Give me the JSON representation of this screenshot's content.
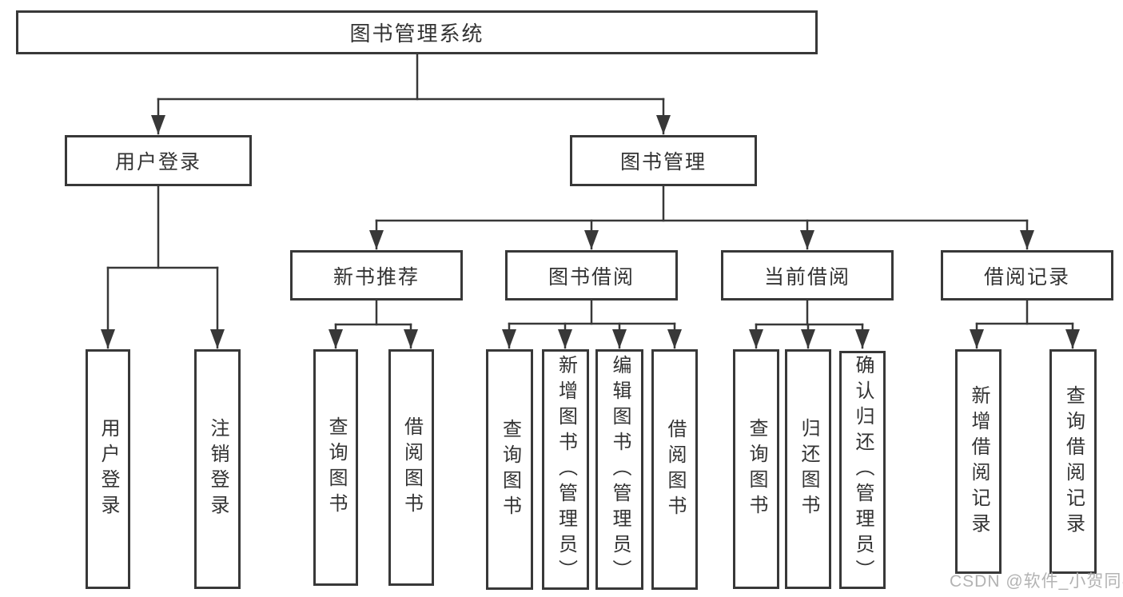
{
  "colors": {
    "line": "#383838",
    "text": "#333333",
    "box_background": "#ffffff",
    "page_background": "#ffffff",
    "watermark": "#b3b3b3"
  },
  "watermark": {
    "text": "CSDN @软件_小贺同学"
  },
  "diagram": {
    "root": {
      "label": "图书管理系统",
      "children": [
        {
          "label": "用户登录",
          "children": [
            {
              "label": "用户登录"
            },
            {
              "label": "注销登录"
            }
          ]
        },
        {
          "label": "图书管理",
          "children": [
            {
              "label": "新书推荐",
              "children": [
                {
                  "label": "查询图书"
                },
                {
                  "label": "借阅图书"
                }
              ]
            },
            {
              "label": "图书借阅",
              "children": [
                {
                  "label": "查询图书"
                },
                {
                  "label": "新增图书（管理员）"
                },
                {
                  "label": "编辑图书（管理员）"
                },
                {
                  "label": "借阅图书"
                }
              ]
            },
            {
              "label": "当前借阅",
              "children": [
                {
                  "label": "查询图书"
                },
                {
                  "label": "归还图书"
                },
                {
                  "label": "确认归还（管理员）"
                }
              ]
            },
            {
              "label": "借阅记录",
              "children": [
                {
                  "label": "新增借阅记录"
                },
                {
                  "label": "查询借阅记录"
                }
              ]
            }
          ]
        }
      ]
    }
  }
}
